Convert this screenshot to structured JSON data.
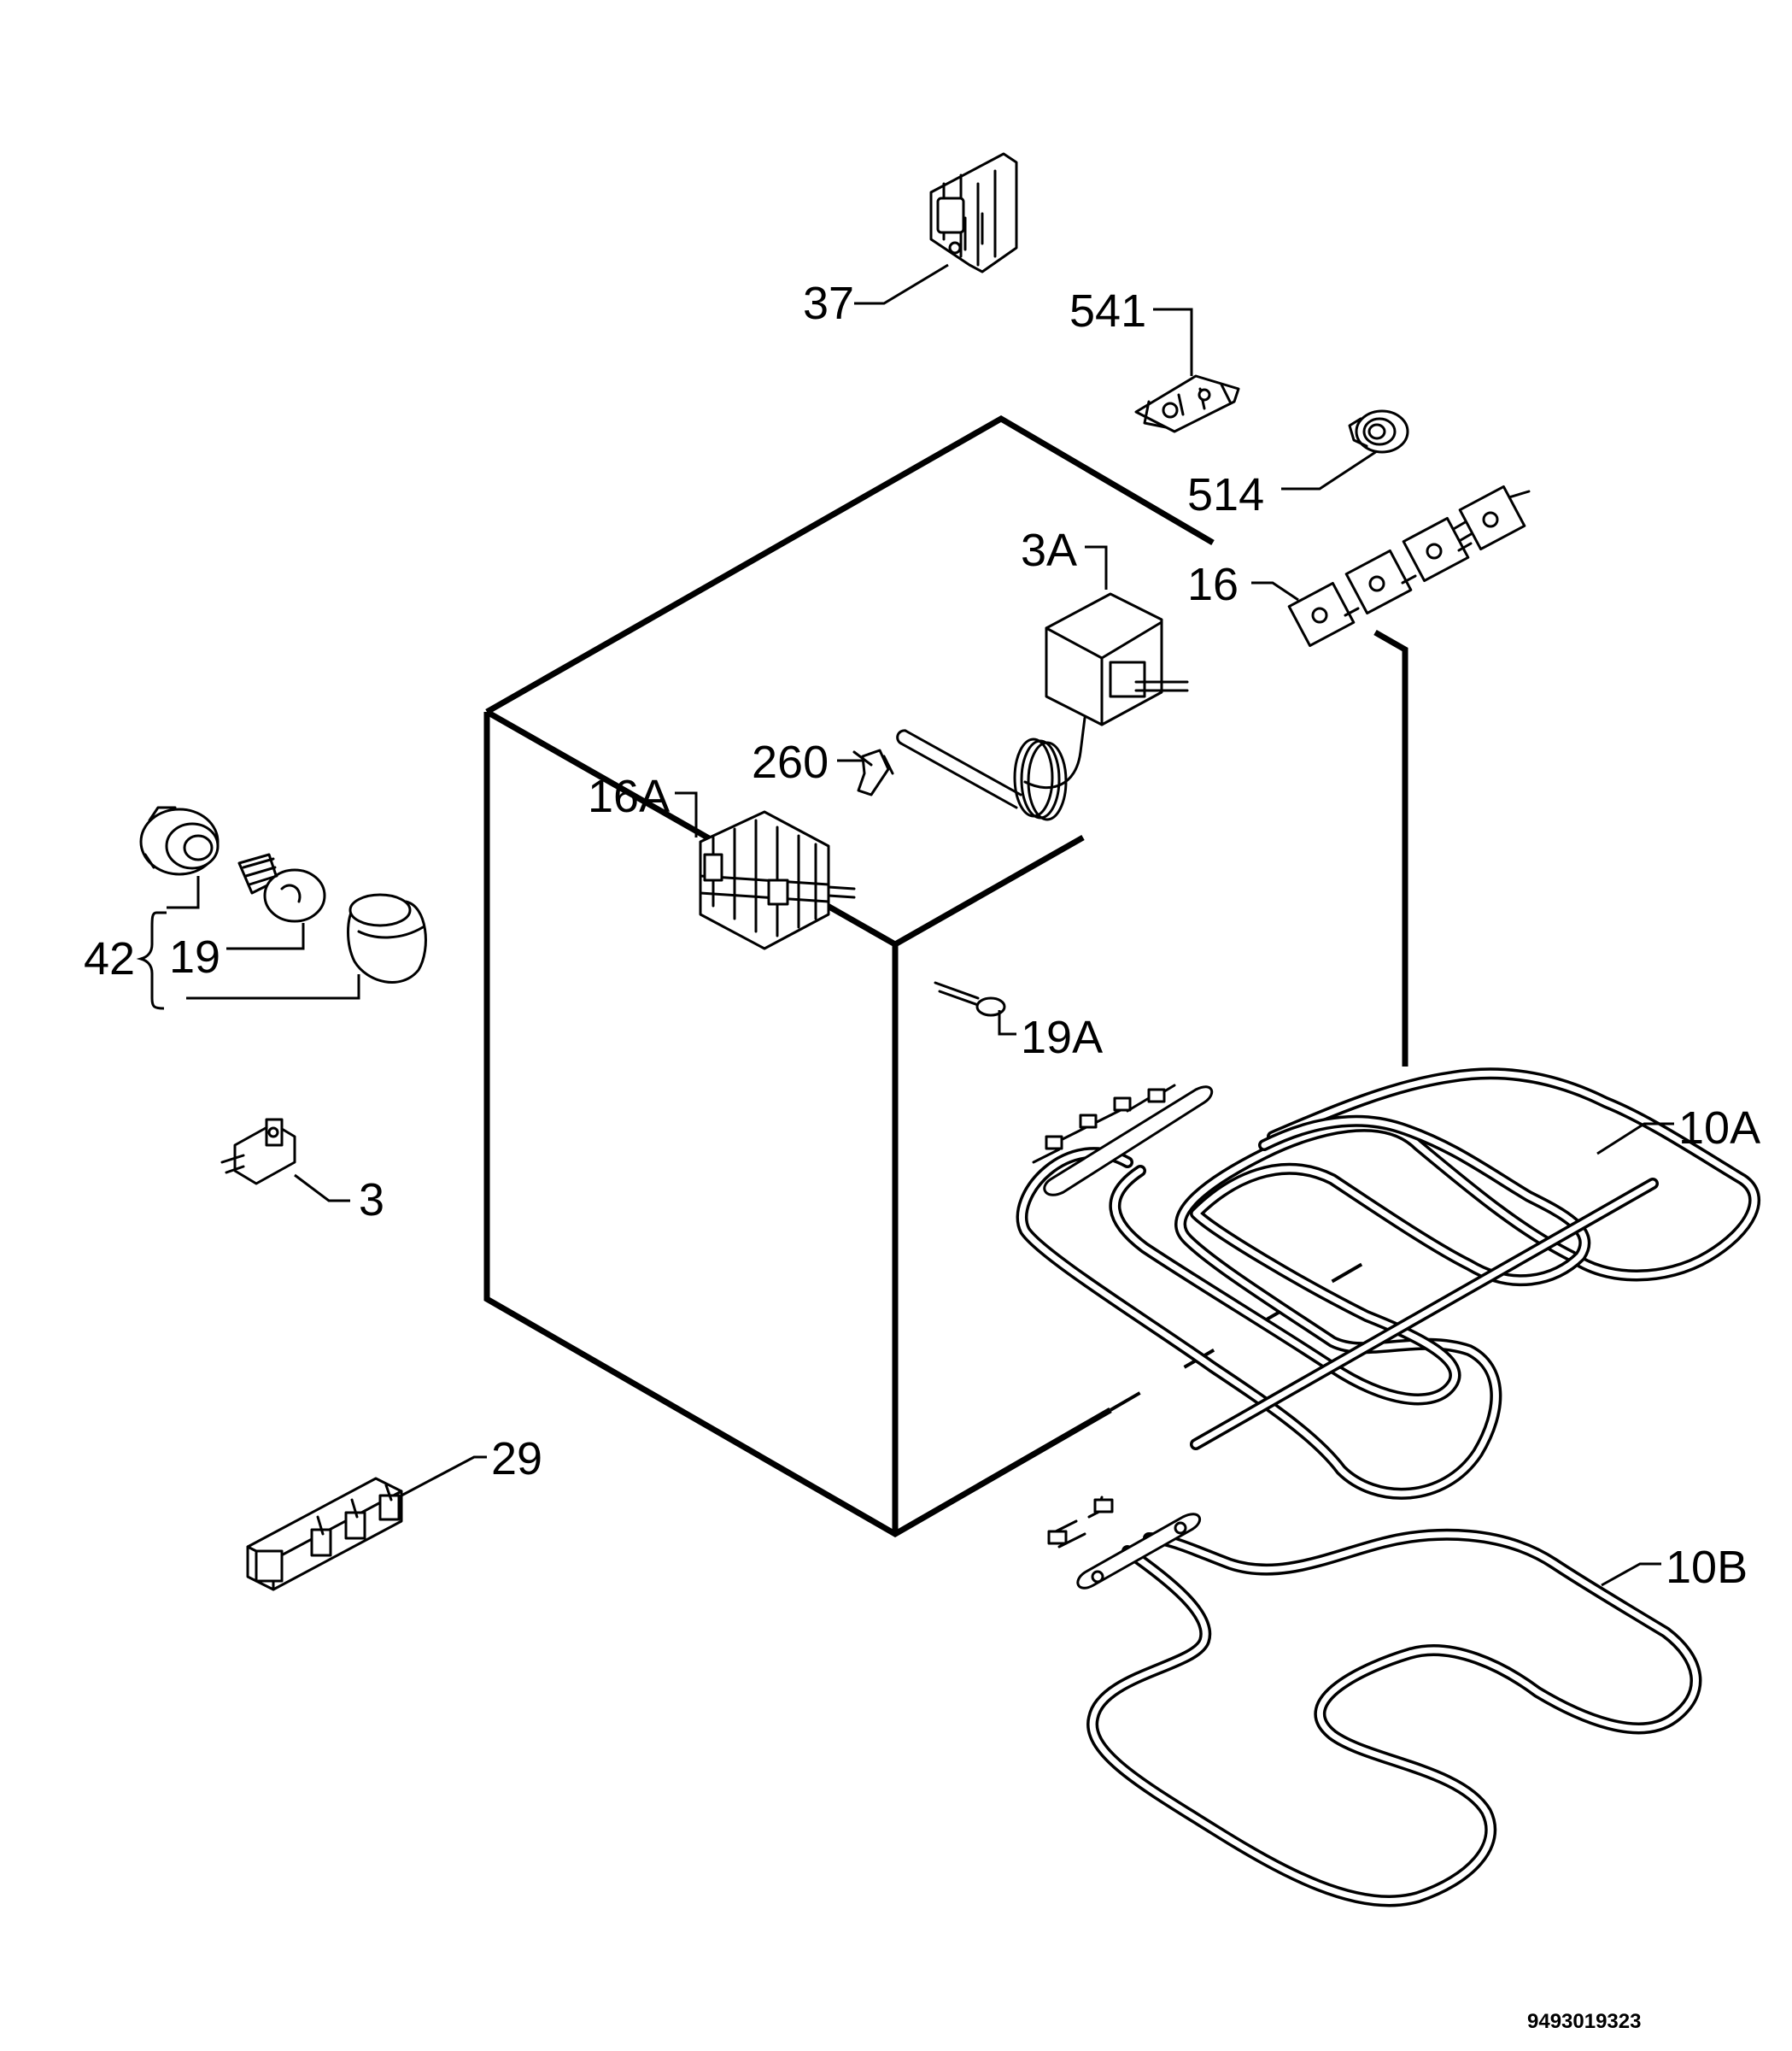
{
  "labels": {
    "p37": "37",
    "p541": "541",
    "p514": "514",
    "p3A": "3A",
    "p16": "16",
    "p260": "260",
    "p16A": "16A",
    "p42": "42",
    "p19": "19",
    "p19A": "19A",
    "p10A": "10A",
    "p3": "3",
    "p29": "29",
    "p10B": "10B"
  },
  "document_number": "9493019323",
  "icons": [
    "switch-37",
    "terminal-541",
    "grommet-514",
    "thermostat-3A",
    "switch-bank-16",
    "clip-260",
    "selector-16A",
    "lamp-holder-42",
    "bulb-19",
    "lamp-cover-42",
    "cable-19A",
    "heating-element-10A",
    "thermal-cutout-3",
    "heating-element-10B",
    "terminal-block-29"
  ]
}
